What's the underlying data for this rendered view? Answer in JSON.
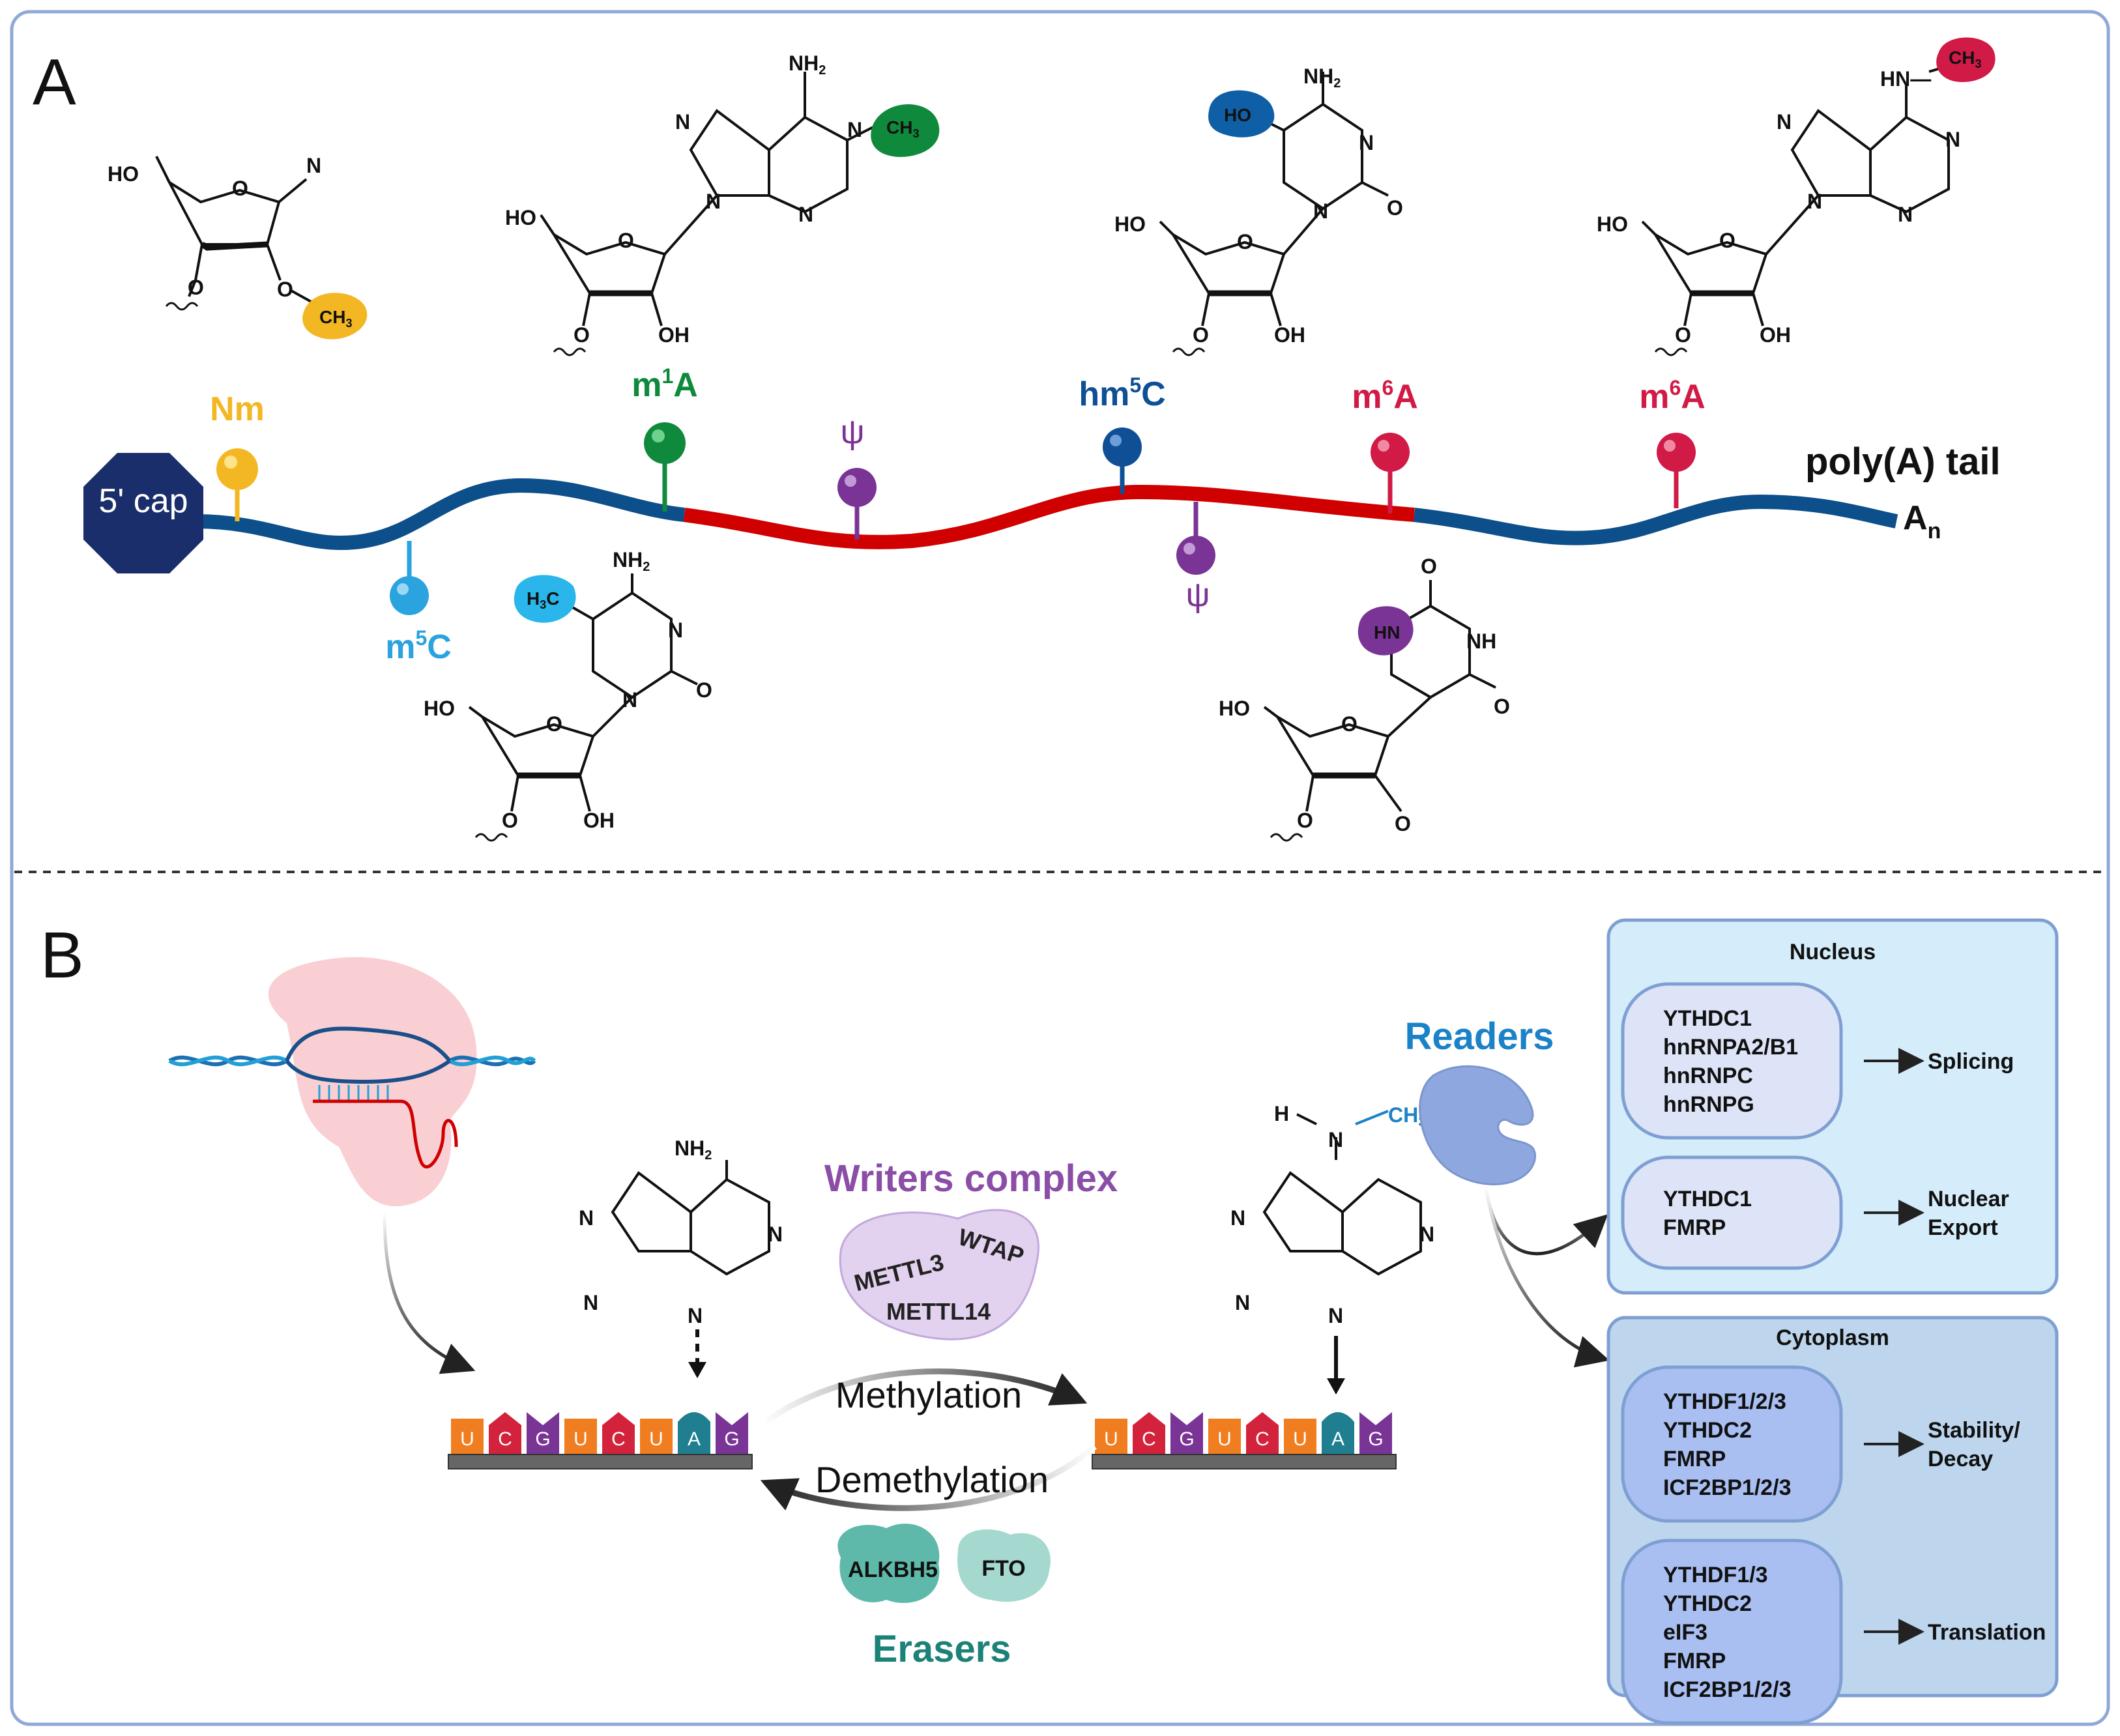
{
  "panel_a": {
    "letter": "A",
    "cap_label": "5' cap",
    "tail_label": "poly(A) tail",
    "tail_an_main": "A",
    "tail_an_sub": "n",
    "mods": {
      "nm": "Nm",
      "m1a": {
        "main": "m",
        "sup": "1",
        "tail": "A"
      },
      "psi_top": "ψ",
      "hm5c": {
        "main": "hm",
        "sup": "5",
        "tail": "C"
      },
      "m6a_1": {
        "main": "m",
        "sup": "6",
        "tail": "A"
      },
      "m6a_2": {
        "main": "m",
        "sup": "6",
        "tail": "A"
      },
      "m5c": {
        "main": "m",
        "sup": "5",
        "tail": "C"
      },
      "psi_bottom": "ψ"
    },
    "chem": {
      "ho": "HO",
      "o": "O",
      "oh": "OH",
      "n": "N",
      "nh": "NH",
      "nh2": "NH",
      "nh2_sub": "2",
      "ch3": "CH",
      "ch3_sub": "3",
      "h3c_main": "H",
      "h3c_sub": "3",
      "h3c_tail": "C",
      "hn": "HN",
      "hn_dash": "HN—"
    }
  },
  "panel_b": {
    "letter": "B",
    "writers": {
      "title": "Writers complex",
      "items": [
        "METTL3",
        "WTAP",
        "METTL14"
      ]
    },
    "erasers": {
      "title": "Erasers",
      "items": [
        "ALKBH5",
        "FTO"
      ]
    },
    "readers": {
      "title": "Readers"
    },
    "methylation": "Methylation",
    "demethylation": "Demethylation",
    "bases": [
      "U",
      "C",
      "G",
      "U",
      "C",
      "U",
      "A",
      "G"
    ],
    "adenine": {
      "nh2": "NH",
      "nh2_sub": "2",
      "n": "N"
    },
    "m6a": {
      "h": "H",
      "n": "N",
      "ch3": "CH",
      "ch3_sub": "3"
    },
    "nucleus": {
      "title": "Nucleus",
      "groups": [
        {
          "proteins": [
            "YTHDC1",
            "hnRNPA2/B1",
            "hnRNPC",
            "hnRNPG"
          ],
          "outcome": [
            "Splicing"
          ]
        },
        {
          "proteins": [
            "YTHDC1",
            "FMRP"
          ],
          "outcome": [
            "Nuclear",
            "Export"
          ]
        }
      ]
    },
    "cytoplasm": {
      "title": "Cytoplasm",
      "groups": [
        {
          "proteins": [
            "YTHDF1/2/3",
            "YTHDC2",
            "FMRP",
            "ICF2BP1/2/3"
          ],
          "outcome": [
            "Stability/",
            "Decay"
          ]
        },
        {
          "proteins": [
            "YTHDF1/3",
            "YTHDC2",
            "eIF3",
            "FMRP",
            "ICF2BP1/2/3"
          ],
          "outcome": [
            "Translation"
          ]
        }
      ]
    }
  },
  "colors": {
    "border": "#8fa9d6",
    "mrna_blue": "#0d4f8a",
    "mrna_red": "#d00000",
    "cap": "#1a2e6b",
    "nm": "#f4b724",
    "m1a": "#0f8a3c",
    "psi": "#7a3496",
    "hm5c": "#0e4f95",
    "m6a": "#d11a46",
    "m5c": "#2aa3df",
    "writers": "#8b4ea6",
    "erasers": "#1c8278",
    "readers": "#1c82c8",
    "nucleus_bg": "#d5ecfb",
    "cytoplasm_bg": "#bdd6ee",
    "group_nucleus": "#dde4f7",
    "group_cyto": "#a9bff2"
  }
}
